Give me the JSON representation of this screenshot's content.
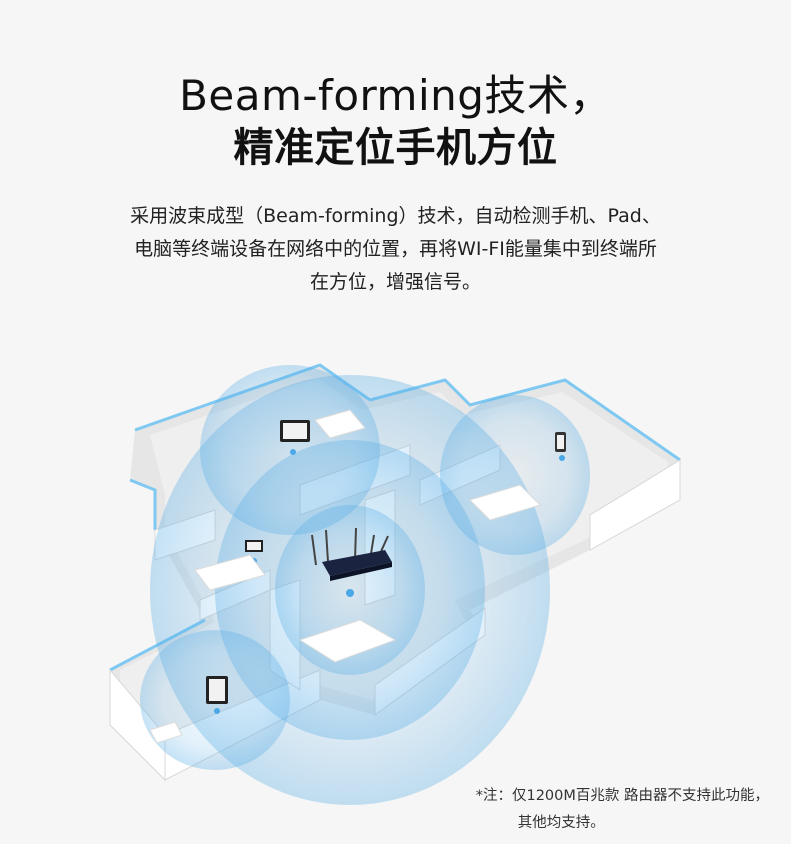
{
  "heading": {
    "line1": "Beam-forming技术，",
    "line2": "精准定位手机方位"
  },
  "description": {
    "line1": "采用波束成型（Beam-forming）技术，自动检测手机、Pad、",
    "line2": "电脑等终端设备在网络中的位置，再将WI-FI能量集中到终端所",
    "line3": "在方位，增强信号。"
  },
  "footnote": {
    "line1": "*注：仅1200M百兆款 路由器不支持此功能，",
    "line2": "其他均支持。"
  },
  "colors": {
    "background": "#f6f6f6",
    "wifi_wave": "#5aaee6",
    "wall_outline": "#7ec8f2",
    "wall": "#ffffff",
    "floor": "#ececec",
    "router": "#1a2340"
  }
}
